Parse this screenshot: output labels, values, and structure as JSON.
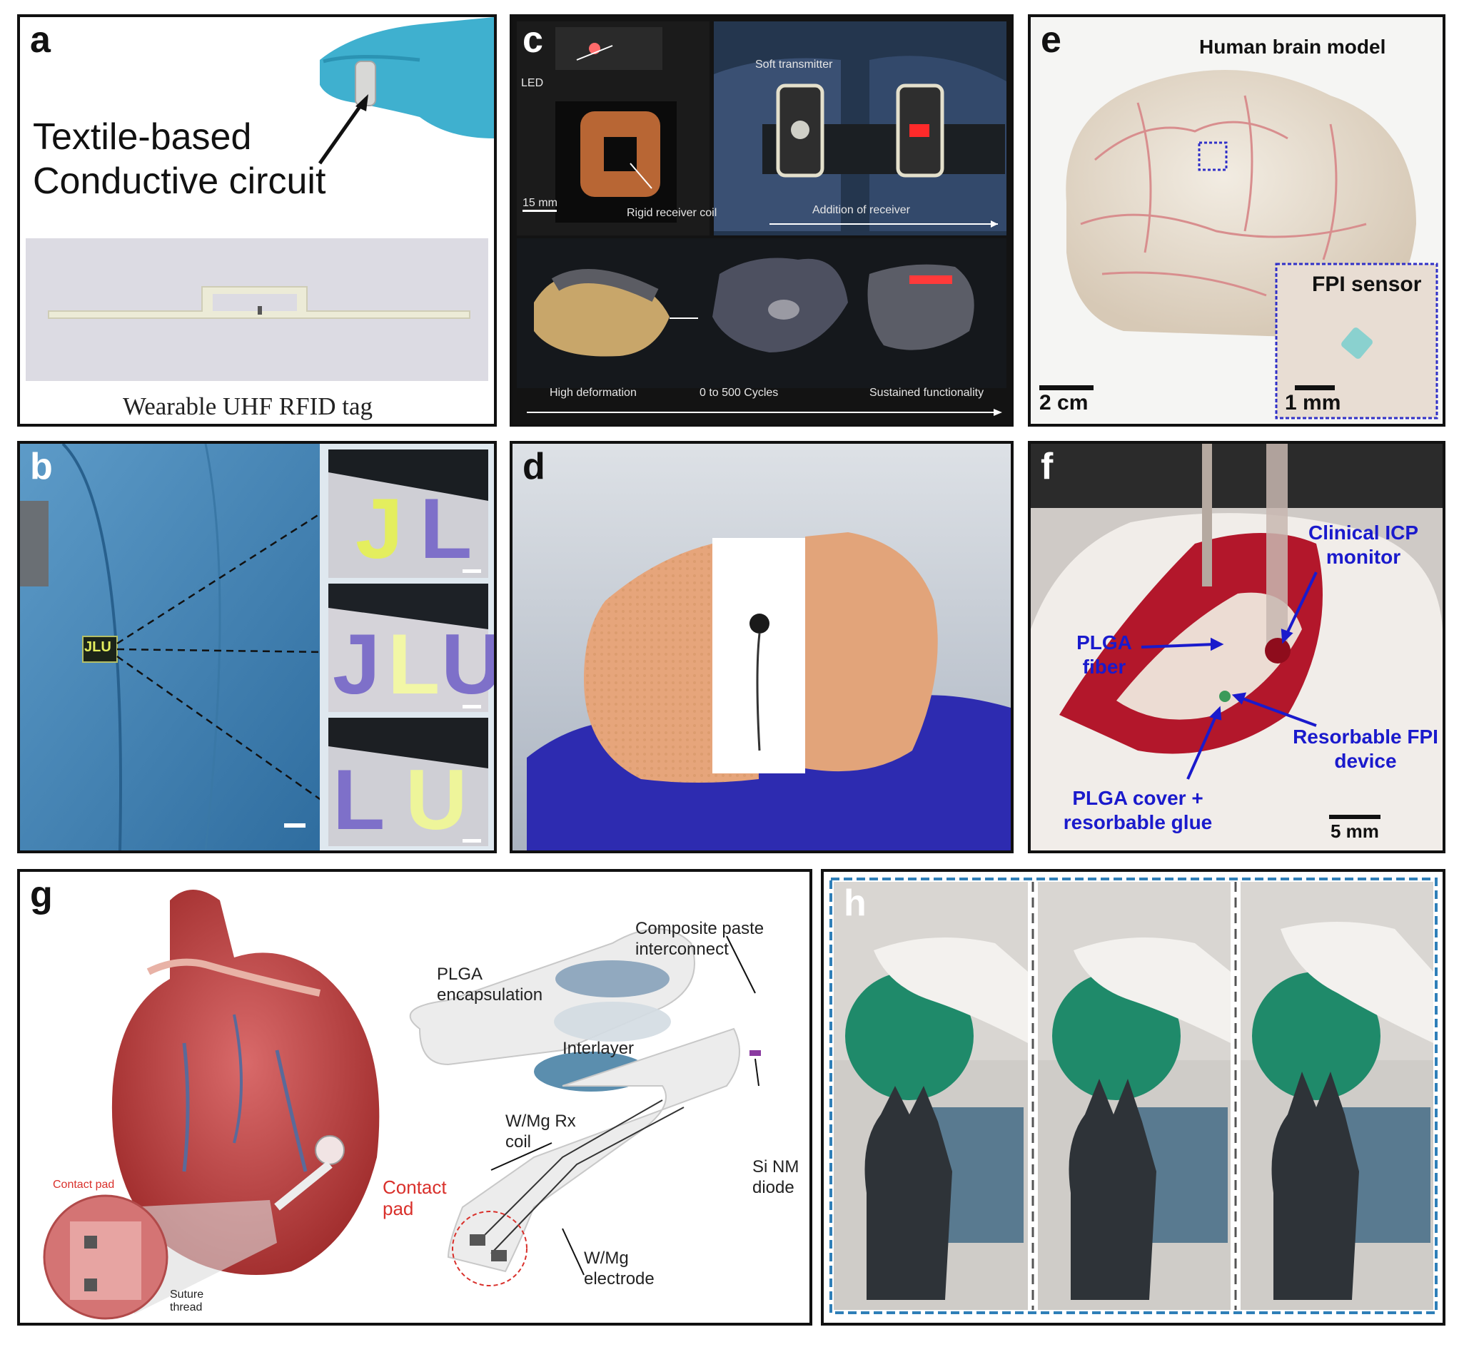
{
  "panels": {
    "a": {
      "letter": "a",
      "label_line1": "Textile-based",
      "label_line2": "Conductive circuit",
      "caption": "Wearable UHF RFID tag"
    },
    "b": {
      "letter": "b",
      "badge_text": "JLU"
    },
    "c": {
      "letter": "c",
      "led_label": "LED",
      "scale_label": "15 mm",
      "coil_label": "Rigid receiver coil",
      "transmitter_label": "Soft transmitter",
      "receiver_label": "Addition of receiver",
      "deformation_label": "High deformation",
      "cycles_label": "0 to 500 Cycles",
      "function_label": "Sustained functionality"
    },
    "d": {
      "letter": "d"
    },
    "e": {
      "letter": "e",
      "title": "Human brain model",
      "inset_title": "FPI sensor",
      "scale_main": "2 cm",
      "scale_inset": "1 mm"
    },
    "f": {
      "letter": "f",
      "icp_label": "Clinical ICP monitor",
      "fiber_label": "PLGA fiber",
      "device_label": "Resorbable FPI device",
      "cover_label": "PLGA cover + resorbable glue",
      "scale_label": "5 mm"
    },
    "g": {
      "letter": "g",
      "contact_pad_small": "Contact pad",
      "suture_label": "Suture thread",
      "composite_label": "Composite paste interconnect",
      "plga_label": "PLGA encapsulation",
      "interlayer_label": "Interlayer",
      "coil_label": "W/Mg Rx coil",
      "diode_label": "Si NM diode",
      "contact_pad_label": "Contact pad",
      "electrode_label": "W/Mg electrode"
    },
    "h": {
      "letter": "h"
    }
  },
  "colors": {
    "accent_blue": "#1a1acc",
    "accent_red": "#d9302b",
    "glove_teal": "#3aa6c8",
    "dashed_frame": "#2f7fb8"
  }
}
